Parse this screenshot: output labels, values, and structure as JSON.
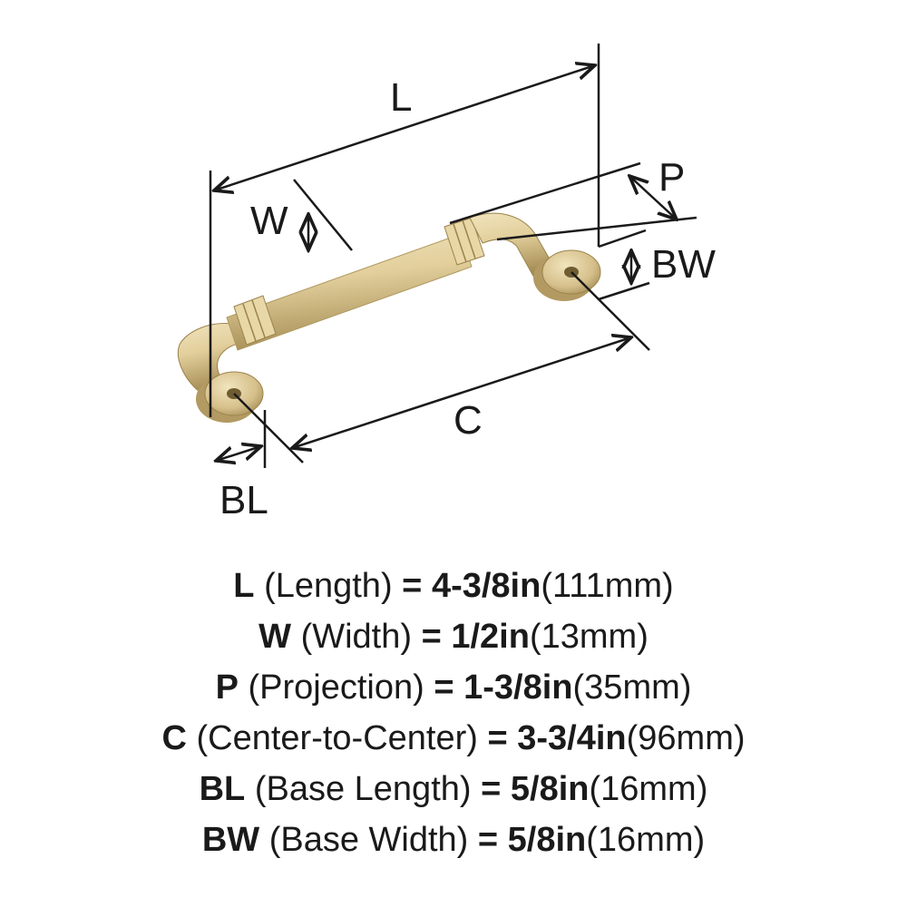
{
  "diagram": {
    "labels": {
      "L": "L",
      "W": "W",
      "P": "P",
      "BW": "BW",
      "C": "C",
      "BL": "BL"
    },
    "colors": {
      "finish_light": "#f1e4bd",
      "finish_mid": "#d6c08b",
      "finish_dark": "#a68d54",
      "line": "#1a1a1a"
    }
  },
  "specs": [
    {
      "code": "L",
      "name": "(Length)",
      "eq": "=",
      "imperial": "4-3/8in",
      "metric": "(111mm)"
    },
    {
      "code": "W",
      "name": "(Width)",
      "eq": "=",
      "imperial": "1/2in",
      "metric": "(13mm)"
    },
    {
      "code": "P",
      "name": "(Projection)",
      "eq": "=",
      "imperial": "1-3/8in",
      "metric": "(35mm)"
    },
    {
      "code": "C",
      "name": "(Center-to-Center)",
      "eq": "=",
      "imperial": "3-3/4in",
      "metric": "(96mm)"
    },
    {
      "code": "BL",
      "name": "(Base Length)",
      "eq": "=",
      "imperial": "5/8in",
      "metric": "(16mm)"
    },
    {
      "code": "BW",
      "name": "(Base Width)",
      "eq": "=",
      "imperial": "5/8in",
      "metric": "(16mm)"
    }
  ]
}
